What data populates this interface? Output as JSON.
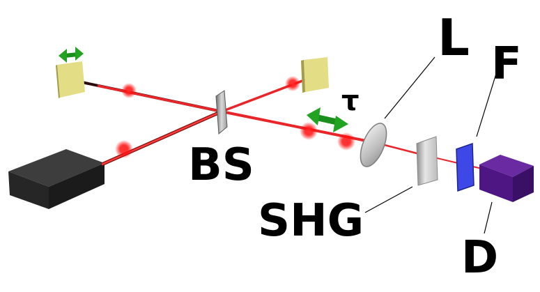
{
  "labels": {
    "beam_splitter": "BS",
    "shg": "SHG",
    "lens": "L",
    "filter": "F",
    "detector": "D",
    "delay": "τ"
  },
  "colors": {
    "beam": "#e8262a",
    "mirror": "#d8d27a",
    "arrow": "#1fa51f",
    "laser": "#2b2b2b",
    "filter": "#3c46e0",
    "detector": "#5a1a8c"
  }
}
